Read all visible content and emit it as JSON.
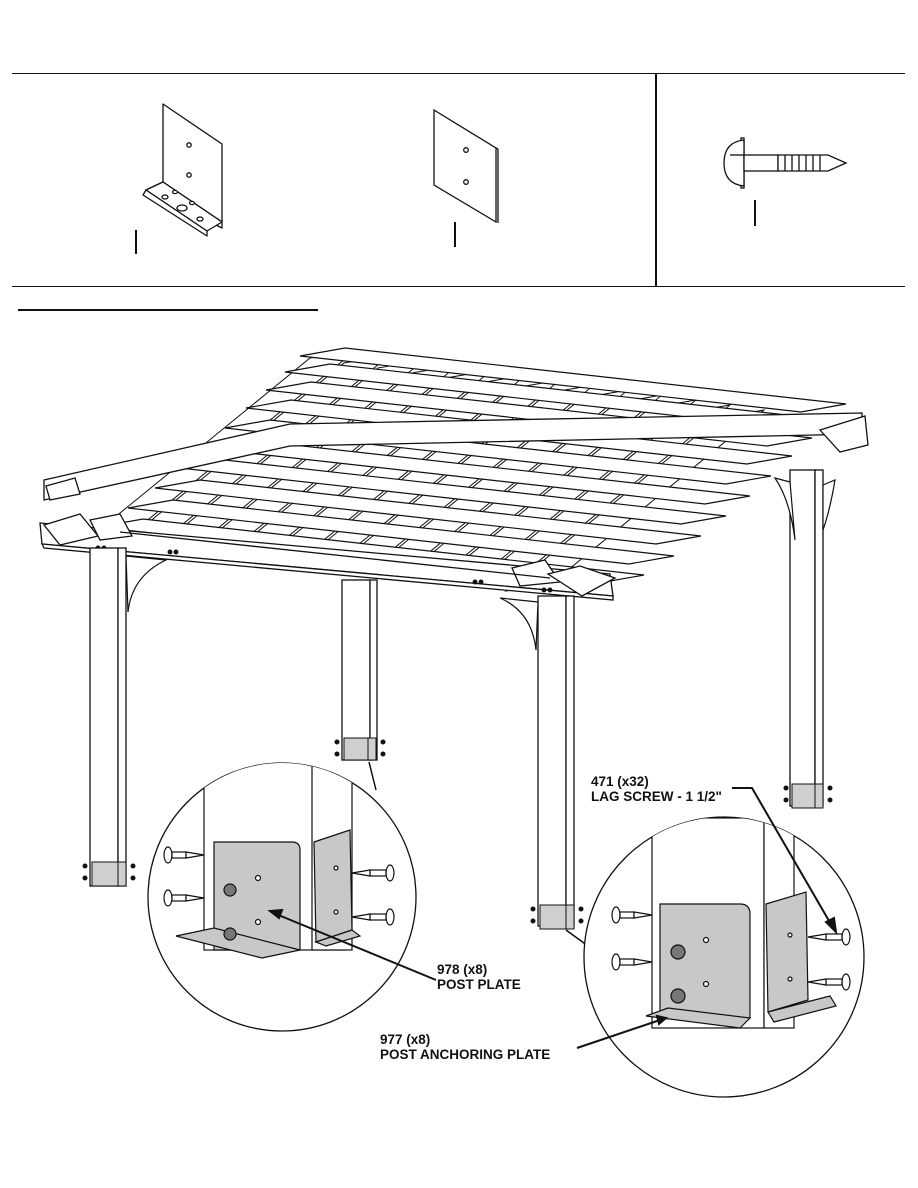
{
  "parts": [
    {
      "icon": "post-anchoring-plate-icon",
      "label": ""
    },
    {
      "icon": "post-plate-icon",
      "label": ""
    },
    {
      "icon": "lag-screw-icon",
      "label": ""
    }
  ],
  "callouts": {
    "lag_screw": {
      "line1": "471 (x32)",
      "line2": "LAG SCREW - 1 1/2\""
    },
    "post_plate": {
      "line1": "978 (x8)",
      "line2": "POST PLATE"
    },
    "anchoring_plate": {
      "line1": "977 (x8)",
      "line2": "POST ANCHORING PLATE"
    }
  },
  "colors": {
    "line": "#111111",
    "plate": "#c8c8c8",
    "wood": "#ffffff"
  }
}
